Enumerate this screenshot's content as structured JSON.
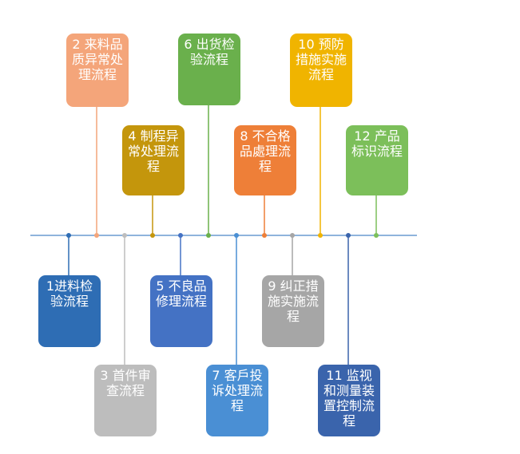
{
  "timeline_color": "#8fb4dc",
  "steps": [
    {
      "id": "1",
      "label": "1进料检验流程",
      "color": "#2e6db4",
      "side": "below"
    },
    {
      "id": "2",
      "label": "2 来料品质异常处理流程",
      "color": "#f4a57a",
      "side": "above"
    },
    {
      "id": "3",
      "label": "3 首件审查流程",
      "color": "#bdbdbd",
      "side": "below"
    },
    {
      "id": "4",
      "label": "4 制程异常处理流程",
      "color": "#c4960c",
      "side": "above"
    },
    {
      "id": "5",
      "label": "5 不良品修理流程",
      "color": "#4472c4",
      "side": "below"
    },
    {
      "id": "6",
      "label": "6 出货检验流程",
      "color": "#6ab04c",
      "side": "above"
    },
    {
      "id": "7",
      "label": "7 客戶投诉处理流程",
      "color": "#4a8fd4",
      "side": "below"
    },
    {
      "id": "8",
      "label": "8 不合格品處理流程",
      "color": "#ee7f38",
      "side": "above"
    },
    {
      "id": "9",
      "label": "9 纠正措施实施流程",
      "color": "#a6a6a6",
      "side": "below"
    },
    {
      "id": "10",
      "label": "10 预防措施实施流程",
      "color": "#f0b400",
      "side": "above"
    },
    {
      "id": "11",
      "label": "11 监视和测量装置控制流程",
      "color": "#3a64ac",
      "side": "below"
    },
    {
      "id": "12",
      "label": "12 产品标识流程",
      "color": "#7cbf5a",
      "side": "above"
    }
  ]
}
